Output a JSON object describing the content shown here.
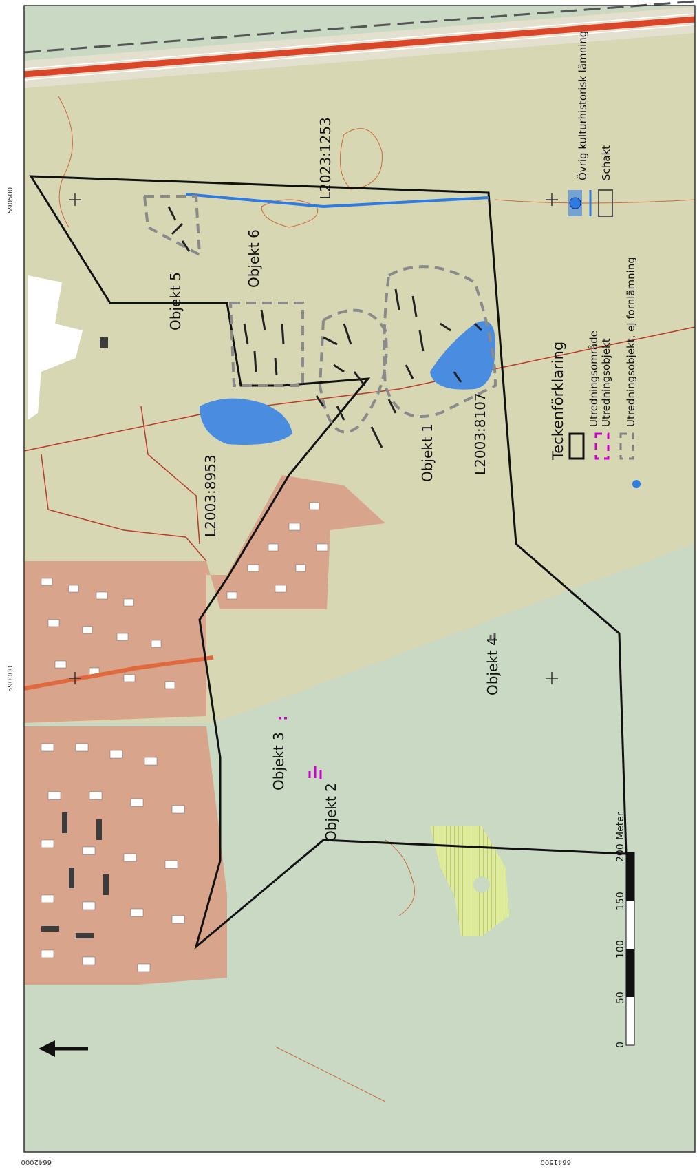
{
  "map": {
    "frame_coords": {
      "top_a": "590500",
      "top_b": "590000",
      "bottom_a": "6642000",
      "bottom_b": "6641500"
    },
    "labels": {
      "objekt5": "Objekt 5",
      "objekt6": "Objekt 6",
      "objekt1": "Objekt 1",
      "objekt2": "Objekt 2",
      "objekt3": "Objekt 3",
      "objekt4": "Objekt 4",
      "l2023_1253": "L2023:1253",
      "l2003_8107": "L2003:8107",
      "l2003_8953": "L2003:8953"
    },
    "legend": {
      "title": "Teckenförklaring",
      "items": [
        {
          "label": "Utredningsområde",
          "color": "#000000"
        },
        {
          "label": "Utredningsobjekt",
          "color": "#cc00cc"
        },
        {
          "label": "Utredningsobjekt, ej fornlämning",
          "color": "#808080"
        }
      ],
      "items2": [
        {
          "label": "Övrig kulturhistorisk lämning",
          "color": "#2f7be0"
        },
        {
          "label": "Schakt",
          "color": "#555555"
        }
      ]
    },
    "scale": {
      "unit": "Meter",
      "ticks": [
        "0",
        "50",
        "100",
        "150",
        "200"
      ]
    },
    "north_arrow": "north-arrow-icon"
  }
}
